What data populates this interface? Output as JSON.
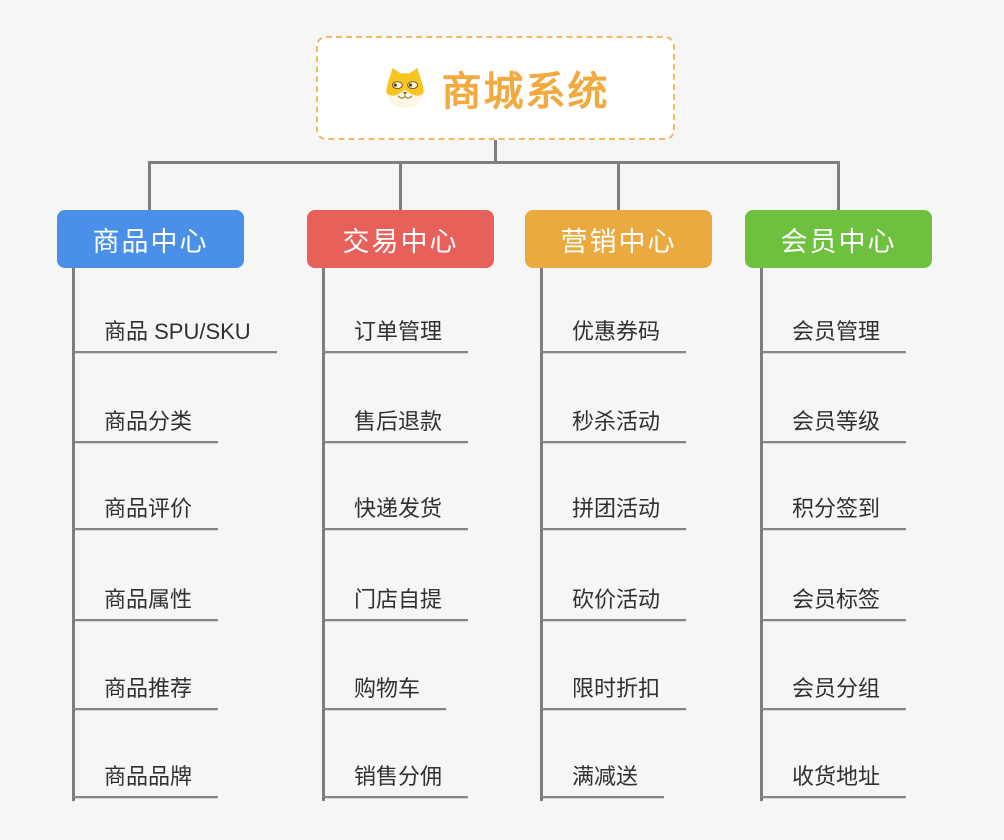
{
  "root": {
    "title": "商城系统",
    "icon": "shiba-dog-icon"
  },
  "branches": [
    {
      "label": "商品中心",
      "color": "#4A90E8",
      "items": [
        "商品 SPU/SKU",
        "商品分类",
        "商品评价",
        "商品属性",
        "商品推荐",
        "商品品牌"
      ]
    },
    {
      "label": "交易中心",
      "color": "#E7605A",
      "items": [
        "订单管理",
        "售后退款",
        "快递发货",
        "门店自提",
        "购物车",
        "销售分佣"
      ]
    },
    {
      "label": "营销中心",
      "color": "#EBAA3F",
      "items": [
        "优惠券码",
        "秒杀活动",
        "拼团活动",
        "砍价活动",
        "限时折扣",
        "满减送"
      ]
    },
    {
      "label": "会员中心",
      "color": "#6EC13E",
      "items": [
        "会员管理",
        "会员等级",
        "积分签到",
        "会员标签",
        "会员分组",
        "收货地址"
      ]
    }
  ],
  "palette": {
    "background": "#F6F6F6",
    "connector": "#7E7E7E",
    "leaf_underline": "#858585",
    "leaf_text": "#303030",
    "root_title": "#F2A93F",
    "root_border_dashed": "#F0BC5E",
    "root_background": "#FFFFFF",
    "header_text": "#FFFFFF"
  }
}
